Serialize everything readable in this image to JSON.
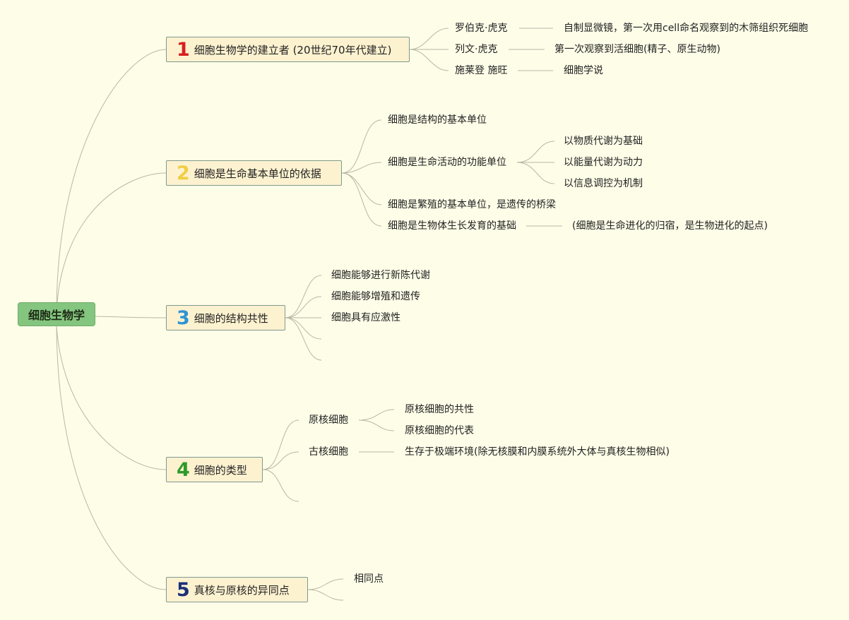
{
  "root": "细胞生物学",
  "branches": [
    {
      "num": "1",
      "num_color": "#d81f1f",
      "label": "细胞生物学的建立者 (20世纪70年代建立)",
      "items": [
        {
          "text": "罗伯克·虎克",
          "note": "自制显微镜，第一次用cell命名观察到的木筛组织死细胞"
        },
        {
          "text": "列文·虎克",
          "note": "第一次观察到活细胞(精子、原生动物)"
        },
        {
          "text": "施莱登 施旺",
          "note": "细胞学说"
        }
      ]
    },
    {
      "num": "2",
      "num_color": "#f2cd45",
      "label": "细胞是生命基本单位的依据",
      "items": [
        {
          "text": "细胞是结构的基本单位"
        },
        {
          "text": "细胞是生命活动的功能单位",
          "subs": [
            "以物质代谢为基础",
            "以能量代谢为动力",
            "以信息调控为机制"
          ]
        },
        {
          "text": "细胞是繁殖的基本单位，是遗传的桥梁"
        },
        {
          "text": "细胞是生物体生长发育的基础",
          "note": "(细胞是生命进化的归宿，是生物进化的起点)"
        }
      ]
    },
    {
      "num": "3",
      "num_color": "#2f93d6",
      "label": "细胞的结构共性",
      "items": [
        {
          "text": "细胞能够进行新陈代谢"
        },
        {
          "text": "细胞能够增殖和遗传"
        },
        {
          "text": "细胞具有应激性"
        }
      ]
    },
    {
      "num": "4",
      "num_color": "#2e9a2a",
      "label": "细胞的类型",
      "items": [
        {
          "text": "原核细胞",
          "subs": [
            "原核细胞的共性",
            "原核细胞的代表"
          ]
        },
        {
          "text": "古核细胞",
          "note": "生存于极端环境(除无核膜和内膜系统外大体与真核生物相似)"
        }
      ]
    },
    {
      "num": "5",
      "num_color": "#1d2f7a",
      "label": "真核与原核的异同点",
      "items": [
        {
          "text": "相同点"
        }
      ]
    }
  ],
  "colors": {
    "background": "#fefde8",
    "root_fill": "#84c57f",
    "branch_fill": "#fdf2d0",
    "link": "#b8b8a8"
  }
}
